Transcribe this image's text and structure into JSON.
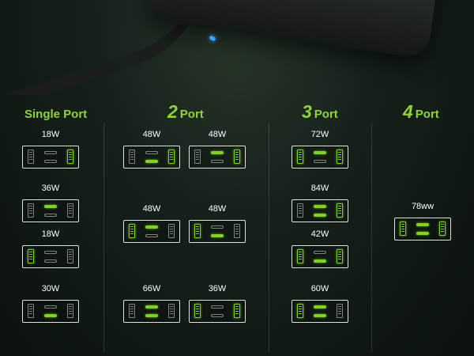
{
  "columns": [
    {
      "num": "",
      "label": "Single Port"
    },
    {
      "num": "2",
      "label": "Port"
    },
    {
      "num": "3",
      "label": "Port"
    },
    {
      "num": "4",
      "label": "Port"
    }
  ],
  "configs": {
    "single": [
      {
        "watt": "18W",
        "active": {
          "a_left": false,
          "c_top": false,
          "c_bottom": false,
          "a_right": true
        }
      },
      {
        "watt": "36W",
        "active": {
          "a_left": false,
          "c_top": true,
          "c_bottom": false,
          "a_right": false
        }
      },
      {
        "watt": "18W",
        "active": {
          "a_left": true,
          "c_top": false,
          "c_bottom": false,
          "a_right": false
        }
      },
      {
        "watt": "30W",
        "active": {
          "a_left": false,
          "c_top": false,
          "c_bottom": true,
          "a_right": false
        }
      }
    ],
    "two": [
      {
        "watt": "48W",
        "active": {
          "a_left": false,
          "c_top": false,
          "c_bottom": true,
          "a_right": true
        }
      },
      {
        "watt": "48W",
        "active": {
          "a_left": false,
          "c_top": true,
          "c_bottom": false,
          "a_right": true
        }
      },
      {
        "watt": "48W",
        "active": {
          "a_left": true,
          "c_top": true,
          "c_bottom": false,
          "a_right": false
        }
      },
      {
        "watt": "48W",
        "active": {
          "a_left": true,
          "c_top": false,
          "c_bottom": true,
          "a_right": false
        }
      },
      {
        "watt": "66W",
        "active": {
          "a_left": false,
          "c_top": true,
          "c_bottom": true,
          "a_right": false
        }
      },
      {
        "watt": "36W",
        "active": {
          "a_left": true,
          "c_top": false,
          "c_bottom": false,
          "a_right": true
        }
      }
    ],
    "three": [
      {
        "watt": "72W",
        "active": {
          "a_left": true,
          "c_top": true,
          "c_bottom": false,
          "a_right": true
        }
      },
      {
        "watt": "84W",
        "active": {
          "a_left": false,
          "c_top": true,
          "c_bottom": true,
          "a_right": true
        }
      },
      {
        "watt": "42W",
        "active": {
          "a_left": true,
          "c_top": false,
          "c_bottom": true,
          "a_right": true
        }
      },
      {
        "watt": "60W",
        "active": {
          "a_left": true,
          "c_top": true,
          "c_bottom": true,
          "a_right": false
        }
      }
    ],
    "four": [
      {
        "watt": "78ww",
        "active": {
          "a_left": true,
          "c_top": true,
          "c_bottom": true,
          "a_right": true
        }
      }
    ]
  },
  "colors": {
    "accent": "#8fd33a",
    "port_on": "#7fd322",
    "port_off": "#7e8680"
  },
  "icons": {
    "usb_a": "usb-a-port-icon",
    "usb_c": "usb-c-port-icon"
  }
}
